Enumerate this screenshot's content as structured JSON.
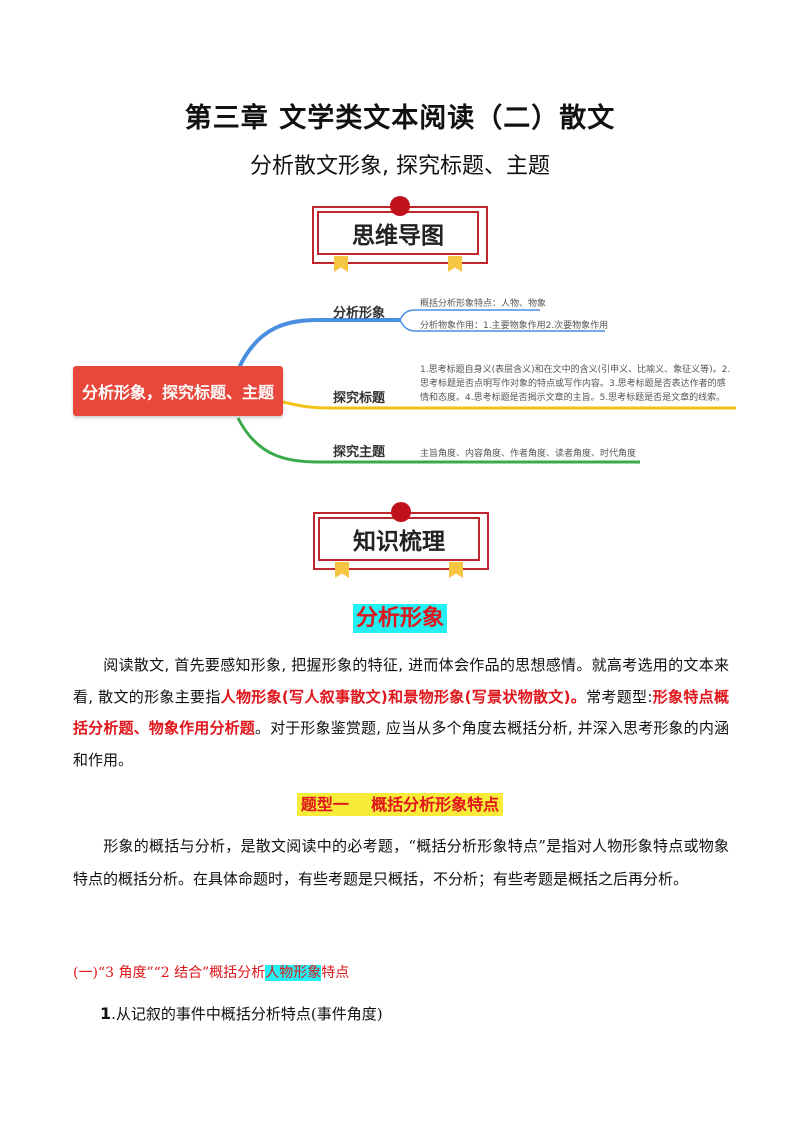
{
  "header": {
    "title": "第三章  文学类文本阅读（二）散文",
    "subtitle": "分析散文形象, 探究标题、主题"
  },
  "banners": {
    "mind_map": "思维导图",
    "knowledge": "知识梳理"
  },
  "mind_map": {
    "root": "分析形象，探究标题、主题",
    "branches": [
      {
        "label": "分析形象",
        "leaves": [
          "概括分析形象特点：人物、物象",
          "分析物象作用：1.主要物象作用2.次要物象作用"
        ]
      },
      {
        "label": "探究标题",
        "leaves": [
          "1.思考标题自身义(表层含义)和在文中的含义(引申义、比喻义、象征义等)。2.思考标题是否点明写作对象的特点或写作内容。3.思考标题是否表达作者的感情和态度。4.思考标题是否揭示文章的主旨。5.思考标题是否是文章的线索。"
        ]
      },
      {
        "label": "探究主题",
        "leaves": [
          "主旨角度、内容角度、作者角度、读者角度、时代角度"
        ]
      }
    ],
    "colors": {
      "root": "#e8483c",
      "branch1": "#4a8ee0",
      "branch2": "#f2c21b",
      "branch3": "#3daa4a"
    }
  },
  "section": {
    "heading": "分析形象",
    "intro": {
      "p1": "阅读散文, 首先要感知形象, 把握形象的特征, 进而体会作品的思想感情。就高考选用的文本来看, 散文的形象主要指",
      "r1": "人物形象(写人叙事散文)和景物形象(写景状物散文)。",
      "p2": "常考题型:",
      "r2": "形象特点概括分析题、物象作用分析题",
      "p3": "。对于形象鉴赏题, 应当从多个角度去概括分析, 并深入思考形象的内涵和作用。"
    },
    "type_heading": "题型一    概括分析形象特点",
    "type_para": "形象的概括与分析，是散文阅读中的必考题，“概括分析形象特点”是指对人物形象特点或物象特点的概括分析。在具体命题时，有些考题是只概括，不分析；有些考题是概括之后再分析。",
    "sub1": {
      "prefix": "(一)“3 角度”“2 结合”概括分析",
      "highlight": "人物形象",
      "suffix": "特点"
    },
    "sub2": {
      "num": "1",
      "text": ".从记叙的事件中概括分析特点(事件角度)"
    }
  }
}
